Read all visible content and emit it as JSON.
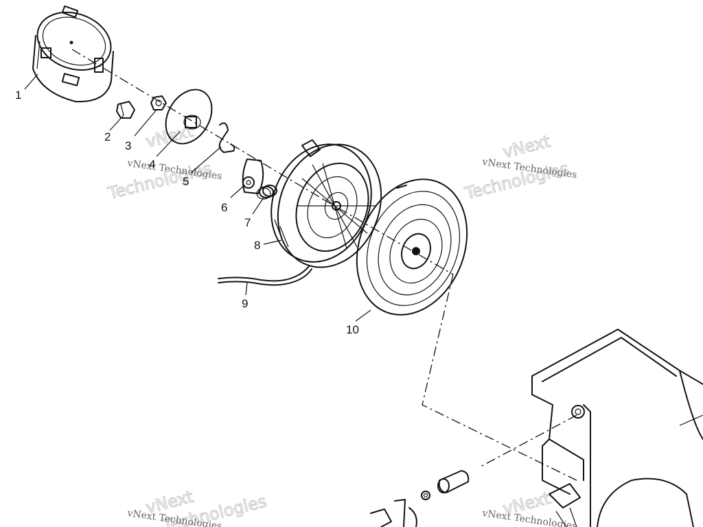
{
  "callouts": [
    "1",
    "2",
    "3",
    "4",
    "5",
    "6",
    "7",
    "8",
    "9",
    "10"
  ],
  "watermark": {
    "small": "vNext Technologies",
    "big_top": "vNext",
    "big_bottom": "Technologies"
  }
}
